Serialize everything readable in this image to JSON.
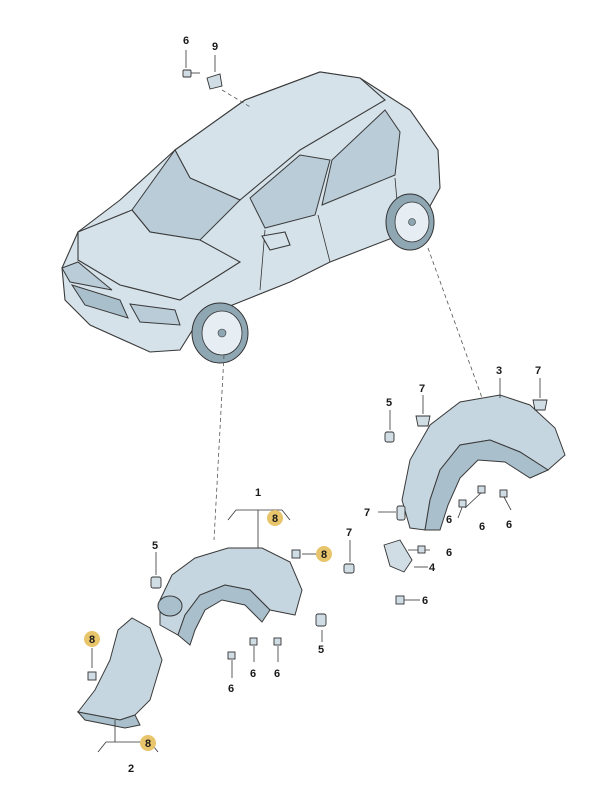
{
  "callouts": {
    "c1": "1",
    "c2": "2",
    "c3": "3",
    "c4": "4",
    "c5_left": "5",
    "c5_upper": "5",
    "c5_mid": "5",
    "c6_top": "6",
    "c6_a": "6",
    "c6_b": "6",
    "c6_c": "6",
    "c6_d": "6",
    "c6_e": "6",
    "c6_f": "6",
    "c6_g": "6",
    "c6_h": "6",
    "c7_a": "7",
    "c7_b": "7",
    "c7_c": "7",
    "c7_d": "7",
    "c8_a": "8",
    "c8_b": "8",
    "c8_c": "8",
    "c8_d": "8",
    "c9": "9"
  },
  "colors": {
    "part_fill": "#c5d6e0",
    "highlight_badge": "#e8c46a",
    "outline": "#3a3a3a"
  }
}
